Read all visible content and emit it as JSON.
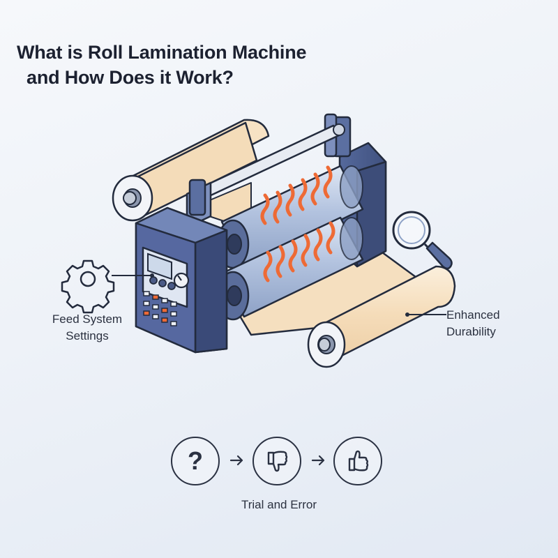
{
  "title": {
    "line1": "What is Roll Lamination Machine",
    "line2": "and How Does it Work?"
  },
  "labels": {
    "feed_system": [
      "Feed System",
      "Settings"
    ],
    "durability": [
      "Enhanced",
      "Durability"
    ],
    "trial": "Trial and Error"
  },
  "icons": [
    "gear-icon",
    "magnifier-icon",
    "question-icon",
    "thumbs-down-icon",
    "thumbs-up-icon",
    "arrow-right-icon"
  ],
  "colors": {
    "machine_body": "#4f6397",
    "machine_dark": "#3a4a78",
    "paper": "#f7e3c6",
    "roller_glass": "#b9c9e4",
    "heat": "#ee6a35",
    "outline": "#232b3d"
  }
}
